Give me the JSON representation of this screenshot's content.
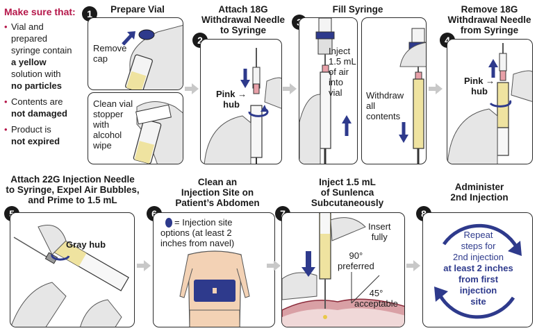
{
  "checklist": {
    "heading": "Make sure that:",
    "items": [
      [
        "Vial and",
        "prepared",
        "syringe contain",
        "a yellow",
        "solution with",
        "no particles"
      ],
      [
        "Contents are",
        "not damaged"
      ],
      [
        "Product is",
        "not expired"
      ]
    ]
  },
  "steps": [
    {
      "num": "1",
      "title": [
        "Prepare Vial"
      ]
    },
    {
      "num": "2",
      "title": [
        "Attach 18G",
        "Withdrawal Needle",
        "to Syringe"
      ]
    },
    {
      "num": "3",
      "title": [
        "Fill Syringe"
      ]
    },
    {
      "num": "4",
      "title": [
        "Remove 18G",
        "Withdrawal Needle",
        "from Syringe"
      ]
    },
    {
      "num": "5",
      "title": [
        "Attach 22G Injection Needle",
        "to Syringe, Expel Air Bubbles,",
        "and Prime to 1.5 mL"
      ]
    },
    {
      "num": "6",
      "title": [
        "Clean an",
        "Injection Site on",
        "Patient’s Abdomen"
      ]
    },
    {
      "num": "7",
      "title": [
        "Inject 1.5 mL",
        "of Sunlenca",
        "Subcutaneously"
      ]
    },
    {
      "num": "8",
      "title": [
        "Administer",
        "2nd Injection"
      ]
    }
  ],
  "labels": {
    "remove_cap": [
      "Remove",
      "cap"
    ],
    "clean_vial": [
      "Clean vial",
      "stopper",
      "with",
      "alcohol",
      "wipe"
    ],
    "pink_hub": [
      "Pink",
      "hub"
    ],
    "inject_air": [
      "Inject",
      "1.5 mL",
      "of air",
      "into",
      "vial"
    ],
    "withdraw": [
      "Withdraw",
      "all",
      "contents"
    ],
    "gray_hub": "Gray hub",
    "site_options": [
      "= Injection site",
      "options (at least 2",
      "inches from navel)"
    ],
    "insert_fully": [
      "Insert",
      "fully"
    ],
    "angle_90": [
      "90°",
      "preferred"
    ],
    "angle_45": [
      "45°",
      "acceptable"
    ],
    "repeat": [
      "Repeat",
      "steps for",
      "2nd injection"
    ],
    "repeat_bold": [
      "at least 2 inches",
      "from first",
      "injection",
      "site"
    ]
  },
  "colors": {
    "accent_red": "#b5174a",
    "accent_blue": "#2e3a8c",
    "solution_yellow": "#efe3a0",
    "hub_pink": "#e8a0a8",
    "arrow_gray": "#c8c8c8",
    "skin": "#f3d2b5"
  }
}
